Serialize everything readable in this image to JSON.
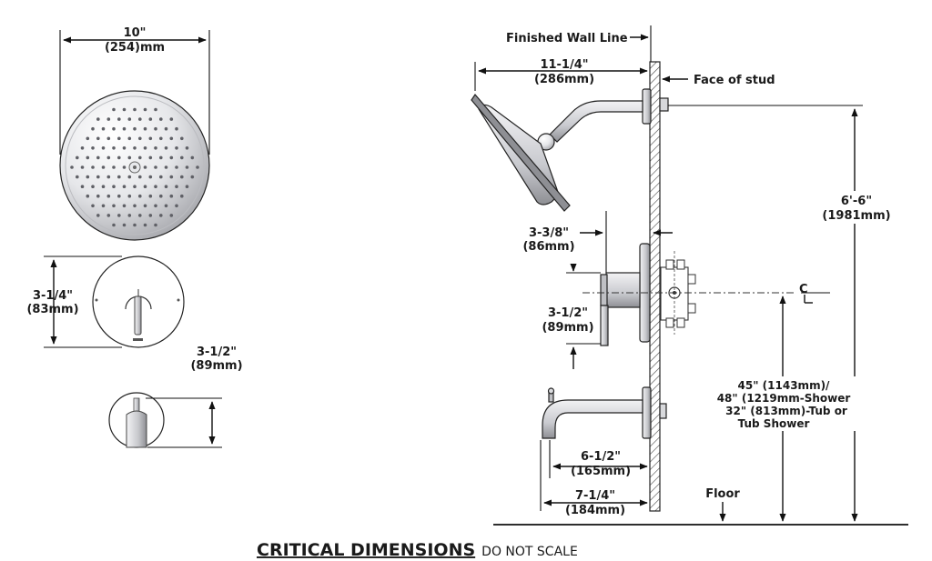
{
  "head_width": {
    "imperial": "10\"",
    "metric": "(254)mm"
  },
  "trim_height": {
    "imperial": "3-1/4\"",
    "metric": "(83mm)"
  },
  "spout_height": {
    "imperial": "3-1/2\"",
    "metric": "(89mm)"
  },
  "wall": {
    "finished_wall_line": "Finished Wall Line",
    "face_of_stud": "Face of stud"
  },
  "arm_reach": {
    "imperial": "11-1/4\"",
    "metric": "(286mm)"
  },
  "shower_height": {
    "imperial": "6'-6\"",
    "metric": "(1981mm)"
  },
  "handle_depth": {
    "imperial": "3-3/8\"",
    "metric": "(86mm)"
  },
  "handle_length": {
    "imperial": "3-1/2\"",
    "metric": "(89mm)"
  },
  "centerline": "C",
  "valve_height": {
    "line1": "45\" (1143mm)/",
    "line2": "48\" (1219mm-Shower",
    "line3": "32\" (813mm)-Tub or",
    "line4": "Tub Shower"
  },
  "spout_reach": {
    "imperial": "6-1/2\"",
    "metric": "(165mm)"
  },
  "spout_total": {
    "imperial": "7-1/4\"",
    "metric": "(184mm)"
  },
  "floor": "Floor",
  "footer": {
    "title": "CRITICAL DIMENSIONS",
    "note": "DO NOT SCALE"
  },
  "colors": {
    "ink": "#111111",
    "chrome_light": "#f4f4f6",
    "chrome_mid": "#c7c8cc",
    "chrome_dark": "#8d8e93"
  }
}
